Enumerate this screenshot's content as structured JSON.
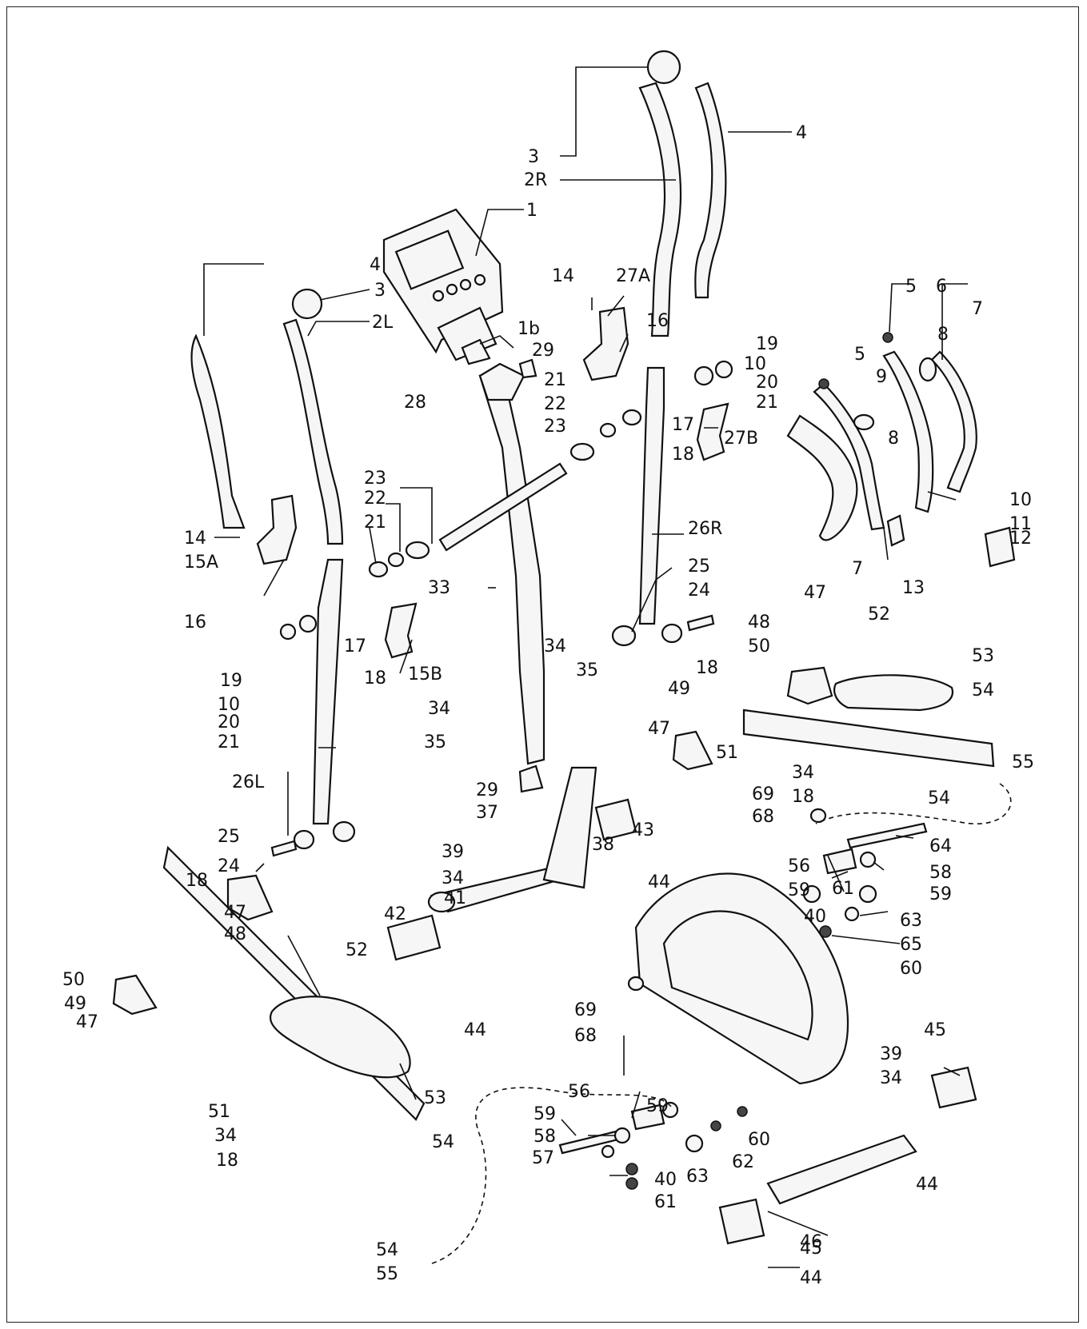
{
  "diagram": {
    "labels": [
      {
        "id": "l1",
        "text": "1"
      },
      {
        "id": "l1b",
        "text": "1b"
      },
      {
        "id": "l2R",
        "text": "2R"
      },
      {
        "id": "l2L",
        "text": "2L"
      },
      {
        "id": "l3a",
        "text": "3"
      },
      {
        "id": "l3b",
        "text": "3"
      },
      {
        "id": "l4a",
        "text": "4"
      },
      {
        "id": "l4b",
        "text": "4"
      },
      {
        "id": "l5a",
        "text": "5"
      },
      {
        "id": "l5b",
        "text": "5"
      },
      {
        "id": "l6",
        "text": "6"
      },
      {
        "id": "l7a",
        "text": "7"
      },
      {
        "id": "l7b",
        "text": "7"
      },
      {
        "id": "l8a",
        "text": "8"
      },
      {
        "id": "l8b",
        "text": "8"
      },
      {
        "id": "l9",
        "text": "9"
      },
      {
        "id": "l10a",
        "text": "10"
      },
      {
        "id": "l10b",
        "text": "10"
      },
      {
        "id": "l10c",
        "text": "10"
      },
      {
        "id": "l11",
        "text": "11"
      },
      {
        "id": "l12",
        "text": "12"
      },
      {
        "id": "l13",
        "text": "13"
      },
      {
        "id": "l14a",
        "text": "14"
      },
      {
        "id": "l14b",
        "text": "14"
      },
      {
        "id": "l15A",
        "text": "15A"
      },
      {
        "id": "l15B",
        "text": "15B"
      },
      {
        "id": "l16a",
        "text": "16"
      },
      {
        "id": "l16b",
        "text": "16"
      },
      {
        "id": "l17a",
        "text": "17"
      },
      {
        "id": "l17b",
        "text": "17"
      },
      {
        "id": "l18a",
        "text": "18"
      },
      {
        "id": "l18b",
        "text": "18"
      },
      {
        "id": "l18c",
        "text": "18"
      },
      {
        "id": "l18d",
        "text": "18"
      },
      {
        "id": "l18e",
        "text": "18"
      },
      {
        "id": "l18f",
        "text": "18"
      },
      {
        "id": "l19a",
        "text": "19"
      },
      {
        "id": "l19b",
        "text": "19"
      },
      {
        "id": "l20a",
        "text": "20"
      },
      {
        "id": "l20b",
        "text": "20"
      },
      {
        "id": "l21a",
        "text": "21"
      },
      {
        "id": "l21b",
        "text": "21"
      },
      {
        "id": "l21c",
        "text": "21"
      },
      {
        "id": "l21d",
        "text": "21"
      },
      {
        "id": "l22a",
        "text": "22"
      },
      {
        "id": "l22b",
        "text": "22"
      },
      {
        "id": "l23a",
        "text": "23"
      },
      {
        "id": "l23b",
        "text": "23"
      },
      {
        "id": "l24a",
        "text": "24"
      },
      {
        "id": "l24b",
        "text": "24"
      },
      {
        "id": "l25a",
        "text": "25"
      },
      {
        "id": "l25b",
        "text": "25"
      },
      {
        "id": "l26R",
        "text": "26R"
      },
      {
        "id": "l26L",
        "text": "26L"
      },
      {
        "id": "l27A",
        "text": "27A"
      },
      {
        "id": "l27B",
        "text": "27B"
      },
      {
        "id": "l28",
        "text": "28"
      },
      {
        "id": "l29a",
        "text": "29"
      },
      {
        "id": "l29b",
        "text": "29"
      },
      {
        "id": "l33",
        "text": "33"
      },
      {
        "id": "l34a",
        "text": "34"
      },
      {
        "id": "l34b",
        "text": "34"
      },
      {
        "id": "l34c",
        "text": "34"
      },
      {
        "id": "l34d",
        "text": "34"
      },
      {
        "id": "l34e",
        "text": "34"
      },
      {
        "id": "l34f",
        "text": "34"
      },
      {
        "id": "l35a",
        "text": "35"
      },
      {
        "id": "l35b",
        "text": "35"
      },
      {
        "id": "l37",
        "text": "37"
      },
      {
        "id": "l38",
        "text": "38"
      },
      {
        "id": "l39a",
        "text": "39"
      },
      {
        "id": "l39b",
        "text": "39"
      },
      {
        "id": "l40a",
        "text": "40"
      },
      {
        "id": "l40b",
        "text": "40"
      },
      {
        "id": "l41",
        "text": "41"
      },
      {
        "id": "l42",
        "text": "42"
      },
      {
        "id": "l43",
        "text": "43"
      },
      {
        "id": "l44a",
        "text": "44"
      },
      {
        "id": "l44b",
        "text": "44"
      },
      {
        "id": "l44c",
        "text": "44"
      },
      {
        "id": "l44d",
        "text": "44"
      },
      {
        "id": "l45a",
        "text": "45"
      },
      {
        "id": "l45b",
        "text": "45"
      },
      {
        "id": "l46",
        "text": "46"
      },
      {
        "id": "l47a",
        "text": "47"
      },
      {
        "id": "l47b",
        "text": "47"
      },
      {
        "id": "l47c",
        "text": "47"
      },
      {
        "id": "l47d",
        "text": "47"
      },
      {
        "id": "l48a",
        "text": "48"
      },
      {
        "id": "l48b",
        "text": "48"
      },
      {
        "id": "l49a",
        "text": "49"
      },
      {
        "id": "l49b",
        "text": "49"
      },
      {
        "id": "l50a",
        "text": "50"
      },
      {
        "id": "l50b",
        "text": "50"
      },
      {
        "id": "l51a",
        "text": "51"
      },
      {
        "id": "l51b",
        "text": "51"
      },
      {
        "id": "l52a",
        "text": "52"
      },
      {
        "id": "l52b",
        "text": "52"
      },
      {
        "id": "l53a",
        "text": "53"
      },
      {
        "id": "l53b",
        "text": "53"
      },
      {
        "id": "l54a",
        "text": "54"
      },
      {
        "id": "l54b",
        "text": "54"
      },
      {
        "id": "l54c",
        "text": "54"
      },
      {
        "id": "l54d",
        "text": "54"
      },
      {
        "id": "l55a",
        "text": "55"
      },
      {
        "id": "l55b",
        "text": "55"
      },
      {
        "id": "l56a",
        "text": "56"
      },
      {
        "id": "l56b",
        "text": "56"
      },
      {
        "id": "l57",
        "text": "57"
      },
      {
        "id": "l58a",
        "text": "58"
      },
      {
        "id": "l58b",
        "text": "58"
      },
      {
        "id": "l59a",
        "text": "59"
      },
      {
        "id": "l59b",
        "text": "59"
      },
      {
        "id": "l59c",
        "text": "59"
      },
      {
        "id": "l59d",
        "text": "59"
      },
      {
        "id": "l60a",
        "text": "60"
      },
      {
        "id": "l60b",
        "text": "60"
      },
      {
        "id": "l61a",
        "text": "61"
      },
      {
        "id": "l61b",
        "text": "61"
      },
      {
        "id": "l62",
        "text": "62"
      },
      {
        "id": "l63a",
        "text": "63"
      },
      {
        "id": "l63b",
        "text": "63"
      },
      {
        "id": "l64",
        "text": "64"
      },
      {
        "id": "l65",
        "text": "65"
      },
      {
        "id": "l68a",
        "text": "68"
      },
      {
        "id": "l68b",
        "text": "68"
      },
      {
        "id": "l69a",
        "text": "69"
      },
      {
        "id": "l69b",
        "text": "69"
      }
    ]
  }
}
